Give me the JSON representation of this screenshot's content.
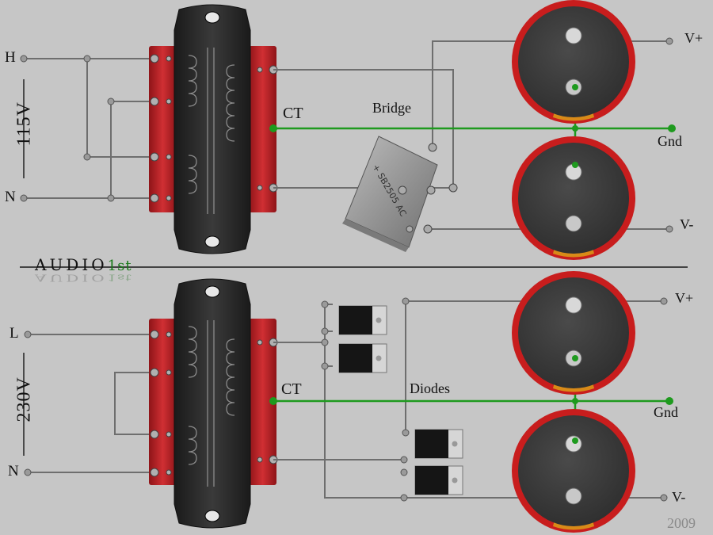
{
  "top": {
    "voltage": "115V",
    "terminal_h": "H",
    "terminal_n": "N",
    "ct": "CT",
    "rectifier": "Bridge",
    "bridge_markings": "+ SB2505 AC",
    "out_pos": "V+",
    "out_gnd": "Gnd",
    "out_neg": "V-"
  },
  "bottom": {
    "voltage": "230V",
    "terminal_l": "L",
    "terminal_n": "N",
    "ct": "CT",
    "rectifier": "Diodes",
    "out_pos": "V+",
    "out_gnd": "Gnd",
    "out_neg": "V-"
  },
  "brand": {
    "name": "AUDIO",
    "suffix": "1st"
  },
  "year": "2009",
  "colors": {
    "background": "#c6c6c6",
    "wire": "#6e6e6e",
    "ground_wire": "#1e9a1e",
    "transformer_body": "#c0262b",
    "core": "#2a2a2a",
    "capacitor_ring": "#c81d1d",
    "capacitor_band": "#d88a18"
  }
}
